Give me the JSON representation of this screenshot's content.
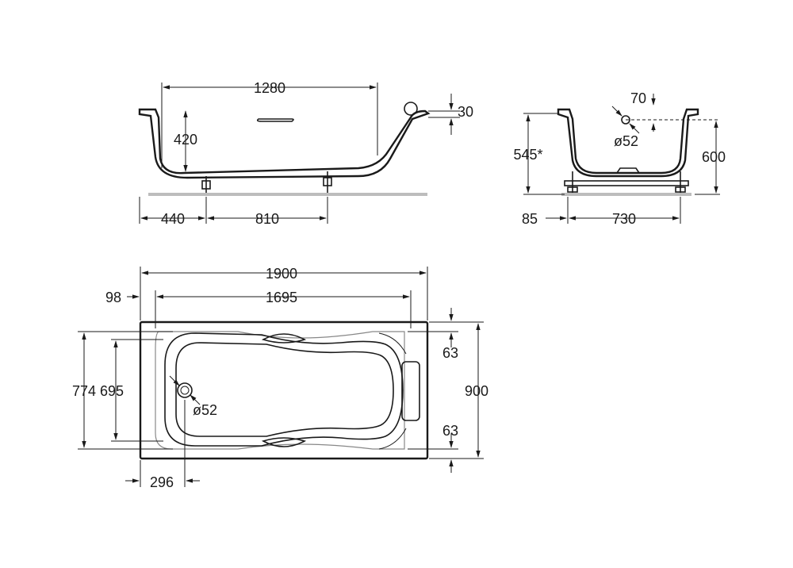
{
  "colors": {
    "ink": "#1a1a1a",
    "floor": "#bdbdbd",
    "hidden_line": "#888888",
    "background": "#ffffff"
  },
  "side_view": {
    "dims": {
      "top_length": "1280",
      "depth": "420",
      "rim": "30",
      "end_offset": "440",
      "leg_span": "810"
    }
  },
  "end_view": {
    "dims": {
      "drain_offset": "70",
      "drain_diameter": "ø52",
      "height": "545*",
      "total_height": "600",
      "foot_offset": "85",
      "foot_span": "730"
    }
  },
  "plan_view": {
    "dims": {
      "length": "1900",
      "inner_length": "1695",
      "edge": "98",
      "width": "900",
      "outer_width": "774",
      "inner_width": "695",
      "rim_top": "63",
      "rim_bottom": "63",
      "drain_diameter": "ø52",
      "drain_offset": "296"
    }
  }
}
